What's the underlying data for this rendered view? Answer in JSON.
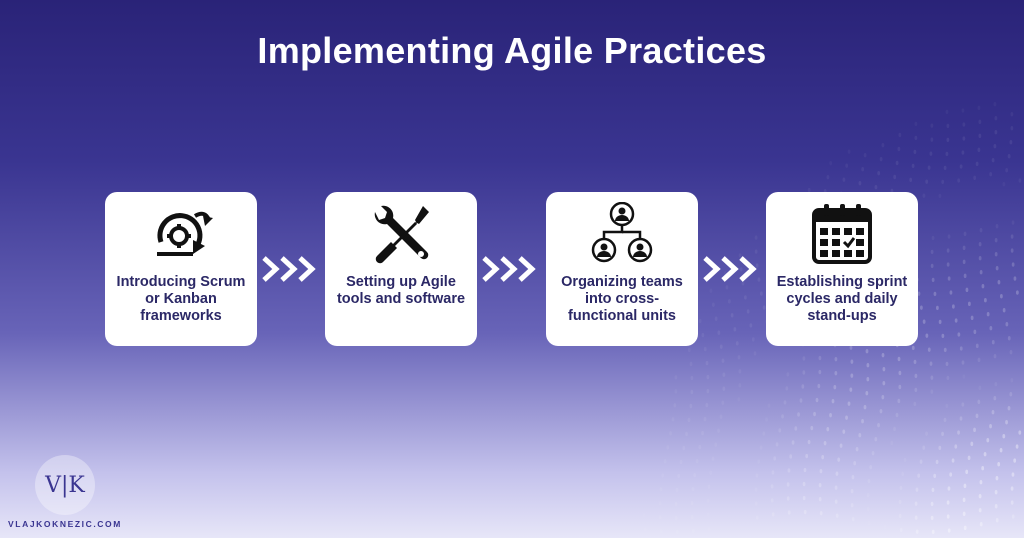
{
  "title": "Implementing Agile Practices",
  "steps": [
    {
      "label": "Introducing Scrum or Kanban frameworks",
      "icon": "agile-cycle-gear-icon"
    },
    {
      "label": "Setting up Agile tools and software",
      "icon": "wrench-screwdriver-icon"
    },
    {
      "label": "Organizing teams into cross-functional units",
      "icon": "team-hierarchy-icon"
    },
    {
      "label": "Establishing sprint cycles and daily stand-ups",
      "icon": "calendar-check-icon"
    }
  ],
  "connector_icon": "triple-chevron-right-icon",
  "logo": {
    "mark": "V|K",
    "text": "VLAJKOKNEZIC.COM"
  },
  "colors": {
    "background_top": "#2a2378",
    "background_bottom": "#e7e6f8",
    "card": "#ffffff",
    "text_dark": "#2b2866"
  }
}
